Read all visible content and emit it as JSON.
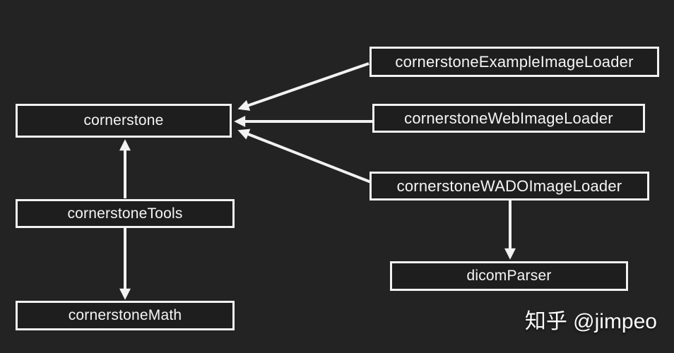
{
  "diagram": {
    "nodes": {
      "cornerstone": "cornerstone",
      "example_image_loader": "cornerstoneExampleImageLoader",
      "web_image_loader": "cornerstoneWebImageLoader",
      "wado_image_loader": "cornerstoneWADOImageLoader",
      "tools": "cornerstoneTools",
      "math": "cornerstoneMath",
      "dicom_parser": "dicomParser"
    },
    "edges": [
      {
        "from": "example_image_loader",
        "to": "cornerstone"
      },
      {
        "from": "web_image_loader",
        "to": "cornerstone"
      },
      {
        "from": "wado_image_loader",
        "to": "cornerstone"
      },
      {
        "from": "tools",
        "to": "cornerstone"
      },
      {
        "from": "tools",
        "to": "math"
      },
      {
        "from": "wado_image_loader",
        "to": "dicom_parser"
      }
    ],
    "watermark": "知乎 @jimpeo",
    "colors": {
      "background": "#232323",
      "node_fill": "#1e1e1e",
      "node_border": "#f2f2f2",
      "arrow": "#f2f2f2",
      "text": "#f5f5f5"
    }
  }
}
